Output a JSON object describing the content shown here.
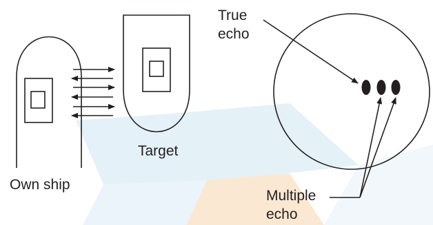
{
  "labels": {
    "own_ship": "Own ship",
    "target": "Target",
    "true_echo_line1": "True",
    "true_echo_line2": "echo",
    "multiple_echo_line1": "Multiple",
    "multiple_echo_line2": "echo"
  },
  "colors": {
    "ink": "#231f20",
    "watermark_blue": "#cfe6f2",
    "watermark_orange": "#f8d7b0",
    "background": "#ffffff"
  }
}
